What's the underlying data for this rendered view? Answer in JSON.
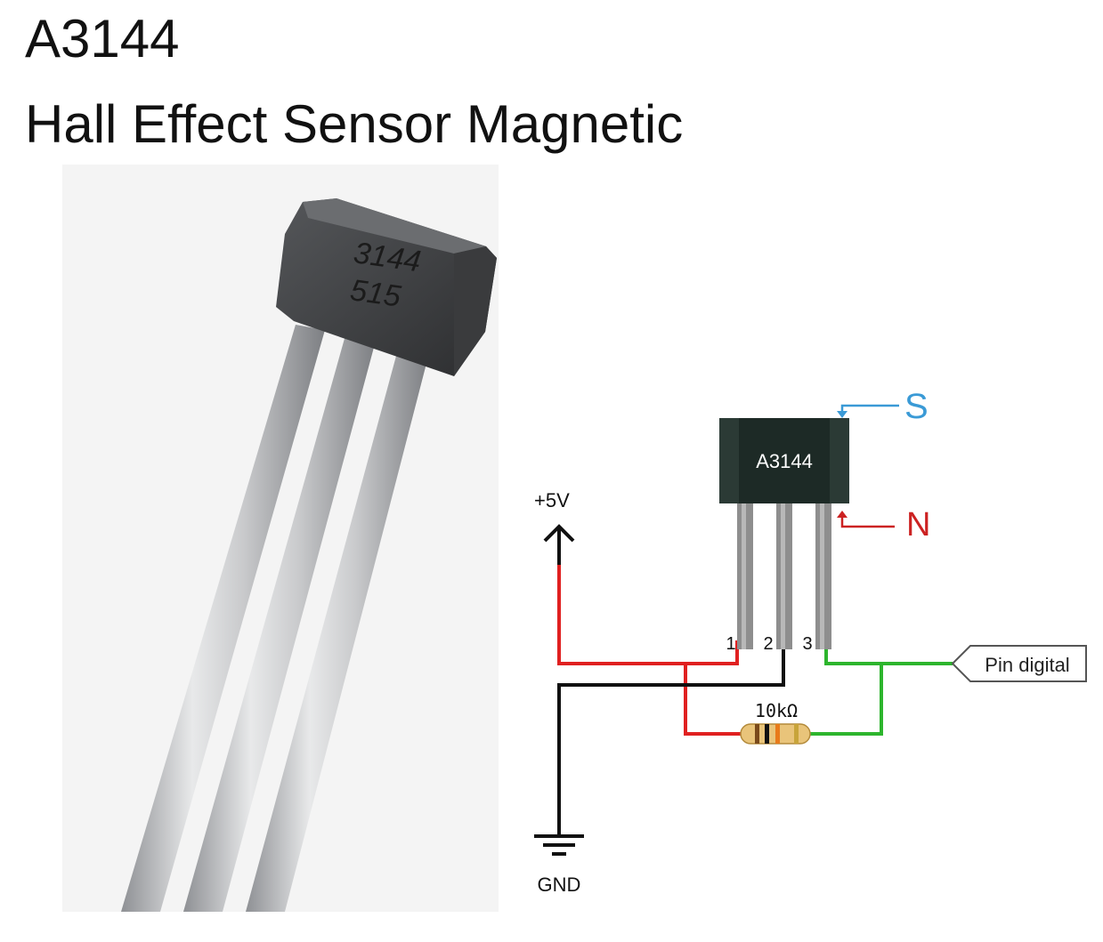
{
  "title": {
    "line1": "A3144",
    "line2": "Hall Effect Sensor Magnetic"
  },
  "photo": {
    "marking_line1": "3144",
    "marking_line2": "515"
  },
  "schematic": {
    "chip_label": "A3144",
    "supply_label": "+5V",
    "ground_label": "GND",
    "pin_numbers": [
      "1",
      "2",
      "3"
    ],
    "pole_south": "S",
    "pole_north": "N",
    "resistor_label": "10kΩ",
    "output_label": "Pin digital",
    "colors": {
      "supply_wire": "#e02020",
      "ground_wire": "#111111",
      "signal_wire": "#2db52d",
      "south_arrow": "#3a9ad6",
      "north_arrow": "#cc2222",
      "chip_body": "#1d2a26"
    }
  }
}
